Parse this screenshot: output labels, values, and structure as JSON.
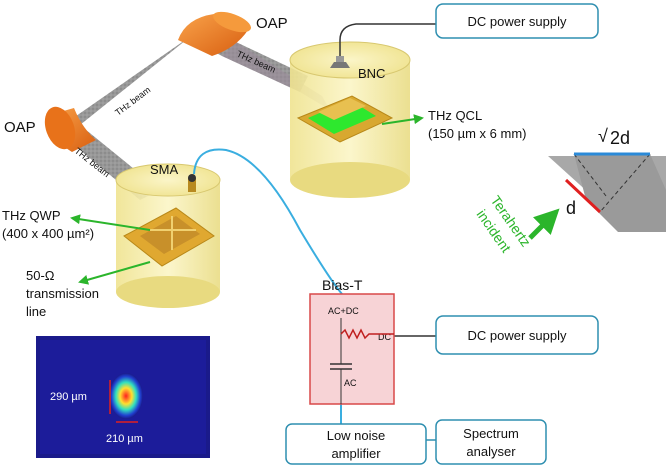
{
  "labels": {
    "oap_top": "OAP",
    "oap_left": "OAP",
    "thz_beam_1": "THz beam",
    "thz_beam_2": "THz beam",
    "thz_beam_3": "THz beam",
    "bnc": "BNC",
    "sma": "SMA",
    "qcl_title": "THz QCL",
    "qcl_dims": "(150 µm x 6 mm)",
    "qwp_title": "THz QWP",
    "qwp_dims": "(400 x 400 µm²)",
    "tline_1": "50-Ω",
    "tline_2": "transmission",
    "tline_3": "line",
    "bias_t": "Bias-T",
    "acdc": "AC+DC",
    "dc": "DC",
    "ac": "AC",
    "sqrt2d": "2d",
    "d": "d",
    "incident_1": "Terahertz",
    "incident_2": "incident",
    "beam_h": "290 µm",
    "beam_w": "210 µm"
  },
  "boxes": {
    "dc_supply_top": "DC power supply",
    "dc_supply_mid": "DC power supply",
    "lna_1": "Low noise",
    "lna_2": "amplifier",
    "spectrum_1": "Spectrum",
    "spectrum_2": "analyser"
  },
  "colors": {
    "box_border": "#2f8fb0",
    "cable": "#3aaee0",
    "cryostat": "#f2e79a",
    "oap": "#f07a20",
    "beam": "#8a8a8a",
    "qcl_active": "#2ee82e",
    "arrow_green": "#2bb52b",
    "bias_fill": "#f7d3d6",
    "bias_border": "#d84848",
    "heat_bg": "#1a1a8a"
  }
}
